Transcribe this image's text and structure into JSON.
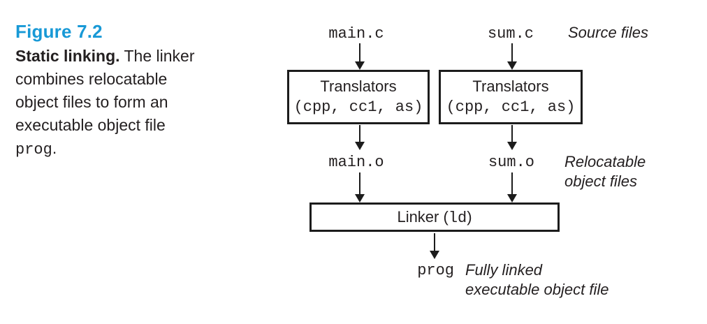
{
  "caption": {
    "figure_label": "Figure 7.2",
    "lead_bold": "Static linking.",
    "lead_rest": " The linker",
    "lines": [
      "combines relocatable",
      "object files to form an",
      "executable object file"
    ],
    "code_word": "prog",
    "code_suffix": "."
  },
  "diagram": {
    "columns": [
      {
        "source_file": "main.c",
        "object_file": "main.o"
      },
      {
        "source_file": "sum.c",
        "object_file": "sum.o"
      }
    ],
    "translator_box": {
      "line1": "Translators",
      "line2": "(cpp, cc1, as)"
    },
    "linker_box": {
      "prefix": "Linker (",
      "code": "ld",
      "suffix": ")"
    },
    "output_file": "prog",
    "annotations": {
      "source": "Source files",
      "relocatable": [
        "Relocatable",
        "object files"
      ],
      "output": [
        "Fully linked",
        "executable object file"
      ]
    }
  },
  "colors": {
    "figure_blue": "#1899D6",
    "ink": "#231F20",
    "line": "#1C1C1C"
  }
}
